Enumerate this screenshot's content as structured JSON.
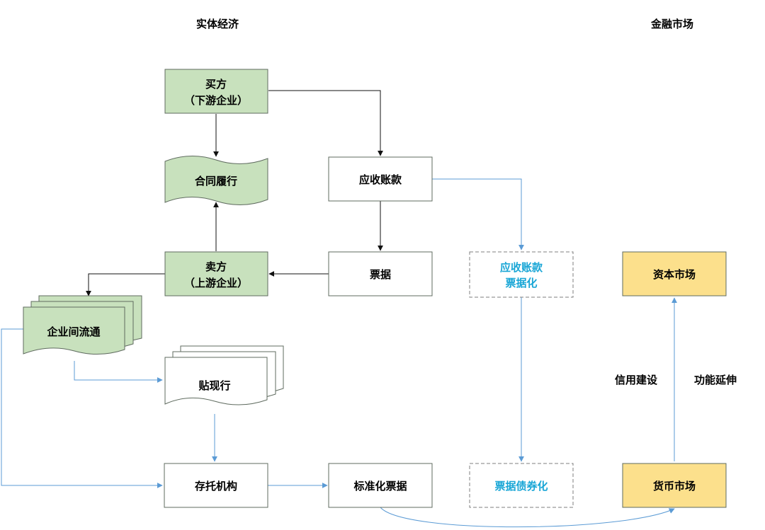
{
  "headers": {
    "real_economy": "实体经济",
    "financial_market": "金融市场"
  },
  "nodes": {
    "buyer": {
      "line1": "买方",
      "line2": "（下游企业）"
    },
    "contract": {
      "label": "合同履行"
    },
    "receivables": {
      "label": "应收账款"
    },
    "seller": {
      "line1": "卖方",
      "line2": "（上游企业）"
    },
    "bill": {
      "label": "票据"
    },
    "receivables_to_bill": {
      "line1": "应收账款",
      "line2": "票据化"
    },
    "capital_market": {
      "label": "资本市场"
    },
    "circulation": {
      "label": "企业间流通"
    },
    "discount_bank": {
      "label": "贴现行"
    },
    "custody": {
      "label": "存托机构"
    },
    "standard_bill": {
      "label": "标准化票据"
    },
    "bill_bond": {
      "label": "票据债券化"
    },
    "money_market": {
      "label": "货币市场"
    }
  },
  "side_labels": {
    "credit": "信用建设",
    "function": "功能延伸"
  },
  "colors": {
    "green_fill": "#c8e1bd",
    "yellow_fill": "#fce08c",
    "blue_line": "#5b9bd5",
    "blue_text": "#19a6d6",
    "dark_line": "#111111"
  }
}
